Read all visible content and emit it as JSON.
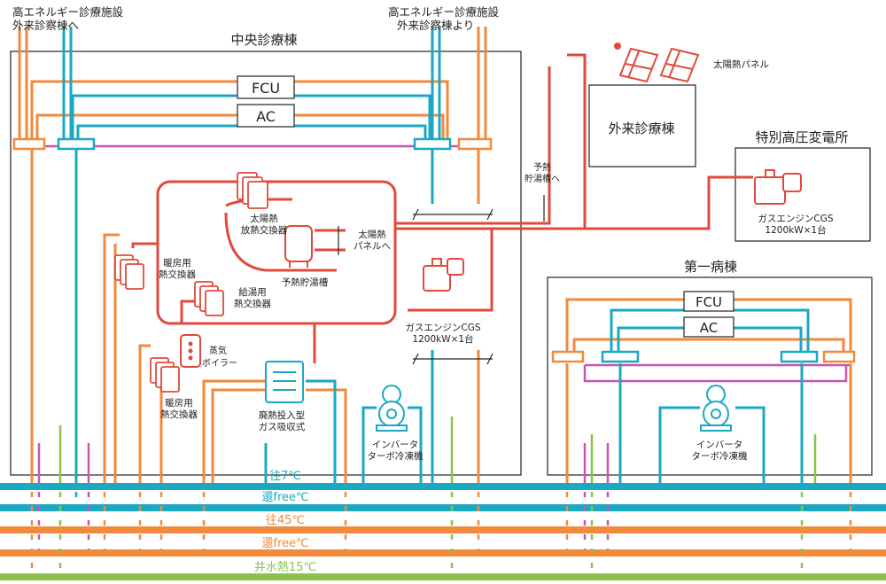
{
  "top_left_source": {
    "line1": "高エネルギー診療施設",
    "line2": "外来診察棟へ"
  },
  "top_right_source": {
    "line1": "高エネルギー診療施設",
    "line2": "外来診察棟より"
  },
  "central_building": {
    "title": "中央診療棟",
    "fcu": "FCU",
    "ac": "AC",
    "solar_hx": {
      "line1": "太陽熱",
      "line2": "放熱交換器"
    },
    "preheat_tank": "予熱貯湯槽",
    "solar_panel_to": {
      "line1": "太陽熱",
      "line2": "パネルへ"
    },
    "heating_hx_1": {
      "line1": "暖房用",
      "line2": "熱交換器"
    },
    "hotwater_hx": {
      "line1": "給湯用",
      "line2": "熱交換器"
    },
    "steam_boiler": {
      "line1": "蒸気",
      "line2": "ボイラー"
    },
    "heating_hx_2": {
      "line1": "暖房用",
      "line2": "熱交換器"
    },
    "absorption_chiller": {
      "line1": "廃熱投入型",
      "line2": "ガス吸収式"
    },
    "cgs": {
      "line1": "ガスエンジンCGS",
      "line2": "1200kW×1台"
    },
    "turbo_chiller": {
      "line1": "インバータ",
      "line2": "ターボ冷凍機"
    }
  },
  "preheat_to": {
    "line1": "予熱",
    "line2": "貯湯槽へ"
  },
  "outpatient": {
    "title": "外来診療棟",
    "solar_panel": "太陽熱パネル"
  },
  "substation": {
    "title": "特別高圧変電所",
    "cgs": {
      "line1": "ガスエンジンCGS",
      "line2": "1200kW×1台"
    }
  },
  "ward1": {
    "title": "第一病棟",
    "fcu": "FCU",
    "ac": "AC",
    "turbo_chiller": {
      "line1": "インバータ",
      "line2": "ターボ冷凍機"
    }
  },
  "headers": {
    "supply_chw": "往7℃",
    "return_chw": "還free℃",
    "supply_hw": "往45℃",
    "return_hw": "還free℃",
    "well": "井水熱15℃"
  },
  "colors": {
    "chilled": "#1ba8c2",
    "hot": "#f08a3c",
    "steam": "#e04a3c",
    "well": "#8bc34a",
    "purple": "#c657b0"
  }
}
